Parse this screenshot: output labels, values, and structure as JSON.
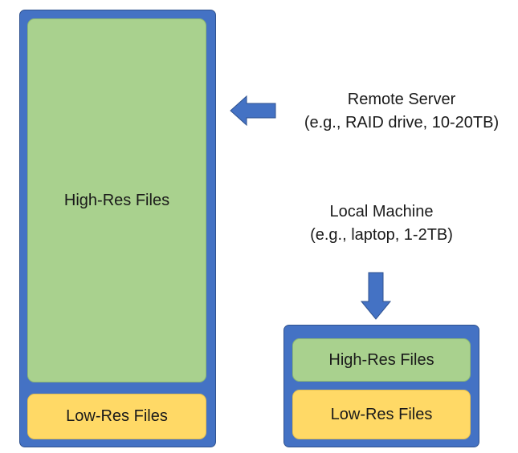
{
  "remote": {
    "high_res_label": "High-Res Files",
    "low_res_label": "Low-Res Files",
    "title": "Remote Server",
    "subtitle": "(e.g., RAID drive, 10-20TB)"
  },
  "local": {
    "high_res_label": "High-Res Files",
    "low_res_label": "Low-Res Files",
    "title": "Local Machine",
    "subtitle": "(e.g., laptop, 1-2TB)"
  },
  "colors": {
    "container": "#4472C4",
    "high_res": "#A9D18E",
    "low_res": "#FFD966",
    "arrow": "#4472C4"
  }
}
